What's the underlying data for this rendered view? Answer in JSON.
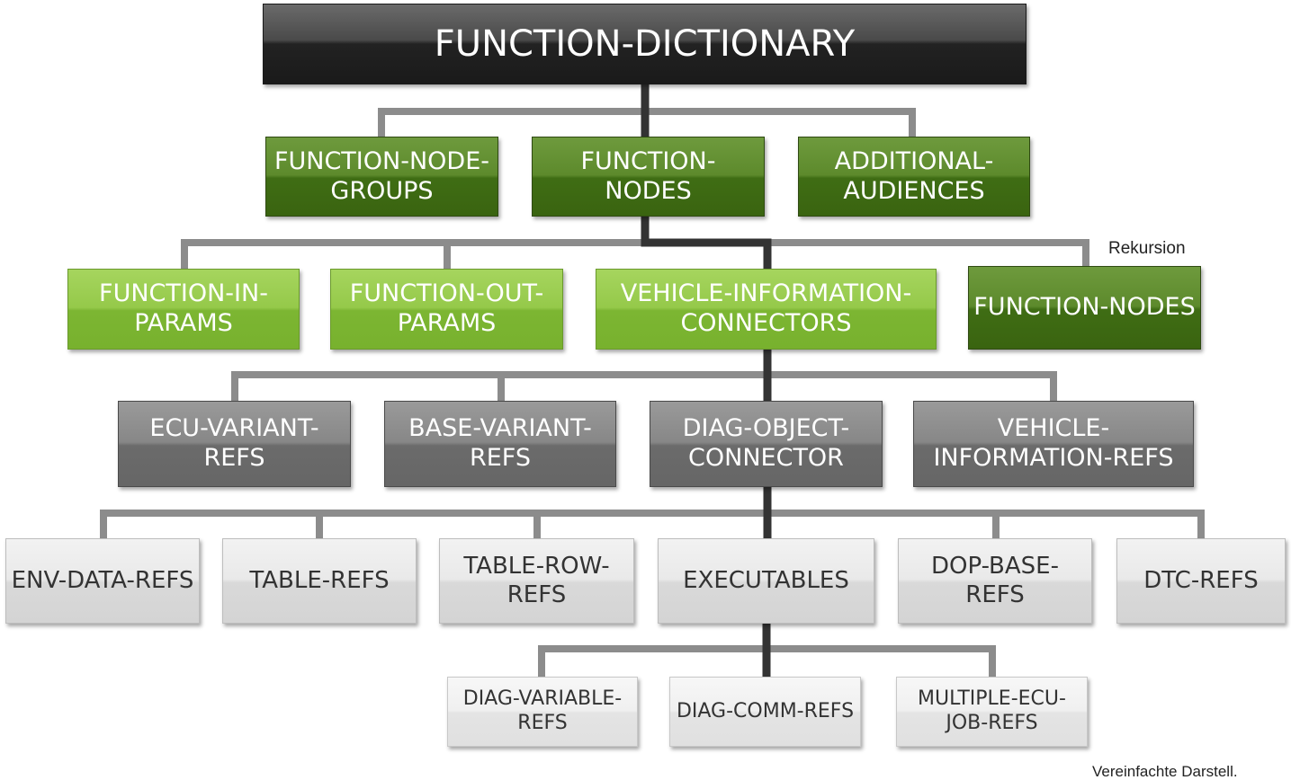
{
  "diagram": {
    "nodes": {
      "function_dictionary": "FUNCTION-DICTIONARY",
      "function_node_groups": [
        "FUNCTION-NODE-",
        "GROUPS"
      ],
      "function_nodes": [
        "FUNCTION-",
        "NODES"
      ],
      "additional_audiences": [
        "ADDITIONAL-",
        "AUDIENCES"
      ],
      "function_in_params": [
        "FUNCTION-IN-",
        "PARAMS"
      ],
      "function_out_params": [
        "FUNCTION-OUT-",
        "PARAMS"
      ],
      "vehicle_information_connectors": [
        "VEHICLE-INFORMATION-",
        "CONNECTORS"
      ],
      "function_nodes_recursive": "FUNCTION-NODES",
      "ecu_variant_refs": "ECU-VARIANT-REFS",
      "base_variant_refs": [
        "BASE-VARIANT-",
        "REFS"
      ],
      "diag_object_connector": [
        "DIAG-OBJECT-",
        "CONNECTOR"
      ],
      "vehicle_information_refs": [
        "VEHICLE-",
        "INFORMATION-REFS"
      ],
      "env_data_refs": "ENV-DATA-REFS",
      "table_refs": "TABLE-REFS",
      "table_row_refs": [
        "TABLE-ROW-",
        "REFS"
      ],
      "executables": "EXECUTABLES",
      "dop_base_refs": "DOP-BASE-REFS",
      "dtc_refs": "DTC-REFS",
      "diag_variable_refs": [
        "DIAG-VARIABLE-",
        "REFS"
      ],
      "diag_comm_refs": "DIAG-COMM-REFS",
      "multiple_ecu_job_refs": [
        "MULTIPLE-ECU-",
        "JOB-REFS"
      ]
    },
    "annotations": {
      "rekursion": "Rekursion",
      "footer_note": "Vereinfachte Darstell."
    },
    "colors": {
      "connector_dark": "#333333",
      "connector_light": "#8c8c8c"
    }
  }
}
